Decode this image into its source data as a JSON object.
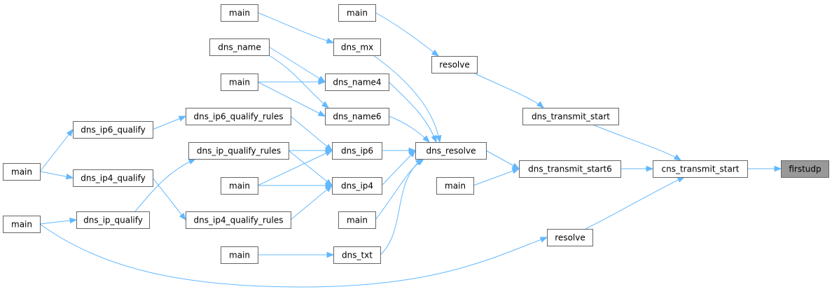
{
  "graph": {
    "colors": {
      "edge": "#63b8ff",
      "node_border": "#666666",
      "highlight_fill": "#999999"
    },
    "nodes": [
      {
        "id": "firstudp",
        "label": "firstudp",
        "highlight": true
      },
      {
        "id": "cns_transmit_start",
        "label": "cns_transmit_start"
      },
      {
        "id": "dns_transmit_start",
        "label": "dns_transmit_start"
      },
      {
        "id": "dns_transmit_start6",
        "label": "dns_transmit_start6"
      },
      {
        "id": "resolve_bottom",
        "label": "resolve"
      },
      {
        "id": "resolve_top",
        "label": "resolve"
      },
      {
        "id": "main_r2",
        "label": "main"
      },
      {
        "id": "dns_resolve",
        "label": "dns_resolve"
      },
      {
        "id": "main_r1",
        "label": "main"
      },
      {
        "id": "dns_mx",
        "label": "dns_mx"
      },
      {
        "id": "dns_name4",
        "label": "dns_name4"
      },
      {
        "id": "dns_name6",
        "label": "dns_name6"
      },
      {
        "id": "dns_ip6",
        "label": "dns_ip6"
      },
      {
        "id": "dns_ip4",
        "label": "dns_ip4"
      },
      {
        "id": "main_dns",
        "label": "main"
      },
      {
        "id": "dns_txt",
        "label": "dns_txt"
      },
      {
        "id": "main_mx",
        "label": "main"
      },
      {
        "id": "dns_name",
        "label": "dns_name"
      },
      {
        "id": "main_name",
        "label": "main"
      },
      {
        "id": "dns_ip6_qualify_rules",
        "label": "dns_ip6_qualify_rules"
      },
      {
        "id": "dns_ip_qualify_rules",
        "label": "dns_ip_qualify_rules"
      },
      {
        "id": "main_ip4",
        "label": "main"
      },
      {
        "id": "dns_ip4_qualify_rules",
        "label": "dns_ip4_qualify_rules"
      },
      {
        "id": "main_txt",
        "label": "main"
      },
      {
        "id": "dns_ip6_qualify",
        "label": "dns_ip6_qualify"
      },
      {
        "id": "dns_ip4_qualify",
        "label": "dns_ip4_qualify"
      },
      {
        "id": "dns_ip_qualify",
        "label": "dns_ip_qualify"
      },
      {
        "id": "main_q1",
        "label": "main"
      },
      {
        "id": "main_q2",
        "label": "main"
      }
    ],
    "edges": [
      {
        "from": "cns_transmit_start",
        "to": "firstudp"
      },
      {
        "from": "dns_transmit_start",
        "to": "cns_transmit_start"
      },
      {
        "from": "dns_transmit_start6",
        "to": "cns_transmit_start"
      },
      {
        "from": "resolve_bottom",
        "to": "cns_transmit_start"
      },
      {
        "from": "resolve_top",
        "to": "dns_transmit_start"
      },
      {
        "from": "main_r1",
        "to": "resolve_top"
      },
      {
        "from": "dns_resolve",
        "to": "dns_transmit_start6"
      },
      {
        "from": "main_r2",
        "to": "dns_transmit_start6"
      },
      {
        "from": "main_q2",
        "to": "resolve_bottom"
      },
      {
        "from": "dns_mx",
        "to": "dns_resolve"
      },
      {
        "from": "dns_name4",
        "to": "dns_resolve"
      },
      {
        "from": "dns_name6",
        "to": "dns_resolve"
      },
      {
        "from": "dns_ip6",
        "to": "dns_resolve"
      },
      {
        "from": "dns_ip4",
        "to": "dns_resolve"
      },
      {
        "from": "main_dns",
        "to": "dns_resolve"
      },
      {
        "from": "dns_txt",
        "to": "dns_resolve"
      },
      {
        "from": "main_mx",
        "to": "dns_mx"
      },
      {
        "from": "dns_name",
        "to": "dns_name4"
      },
      {
        "from": "main_name",
        "to": "dns_name4"
      },
      {
        "from": "dns_name",
        "to": "dns_name6"
      },
      {
        "from": "main_name",
        "to": "dns_name6"
      },
      {
        "from": "dns_ip6_qualify_rules",
        "to": "dns_ip6"
      },
      {
        "from": "dns_ip_qualify_rules",
        "to": "dns_ip6"
      },
      {
        "from": "main_ip4",
        "to": "dns_ip6"
      },
      {
        "from": "dns_ip_qualify_rules",
        "to": "dns_ip4"
      },
      {
        "from": "main_ip4",
        "to": "dns_ip4"
      },
      {
        "from": "dns_ip4_qualify_rules",
        "to": "dns_ip4"
      },
      {
        "from": "main_txt",
        "to": "dns_txt"
      },
      {
        "from": "dns_ip6_qualify",
        "to": "dns_ip6_qualify_rules"
      },
      {
        "from": "dns_ip_qualify",
        "to": "dns_ip_qualify_rules"
      },
      {
        "from": "dns_ip4_qualify",
        "to": "dns_ip4_qualify_rules"
      },
      {
        "from": "main_q1",
        "to": "dns_ip6_qualify"
      },
      {
        "from": "main_q1",
        "to": "dns_ip4_qualify"
      },
      {
        "from": "main_q2",
        "to": "dns_ip_qualify"
      }
    ]
  }
}
